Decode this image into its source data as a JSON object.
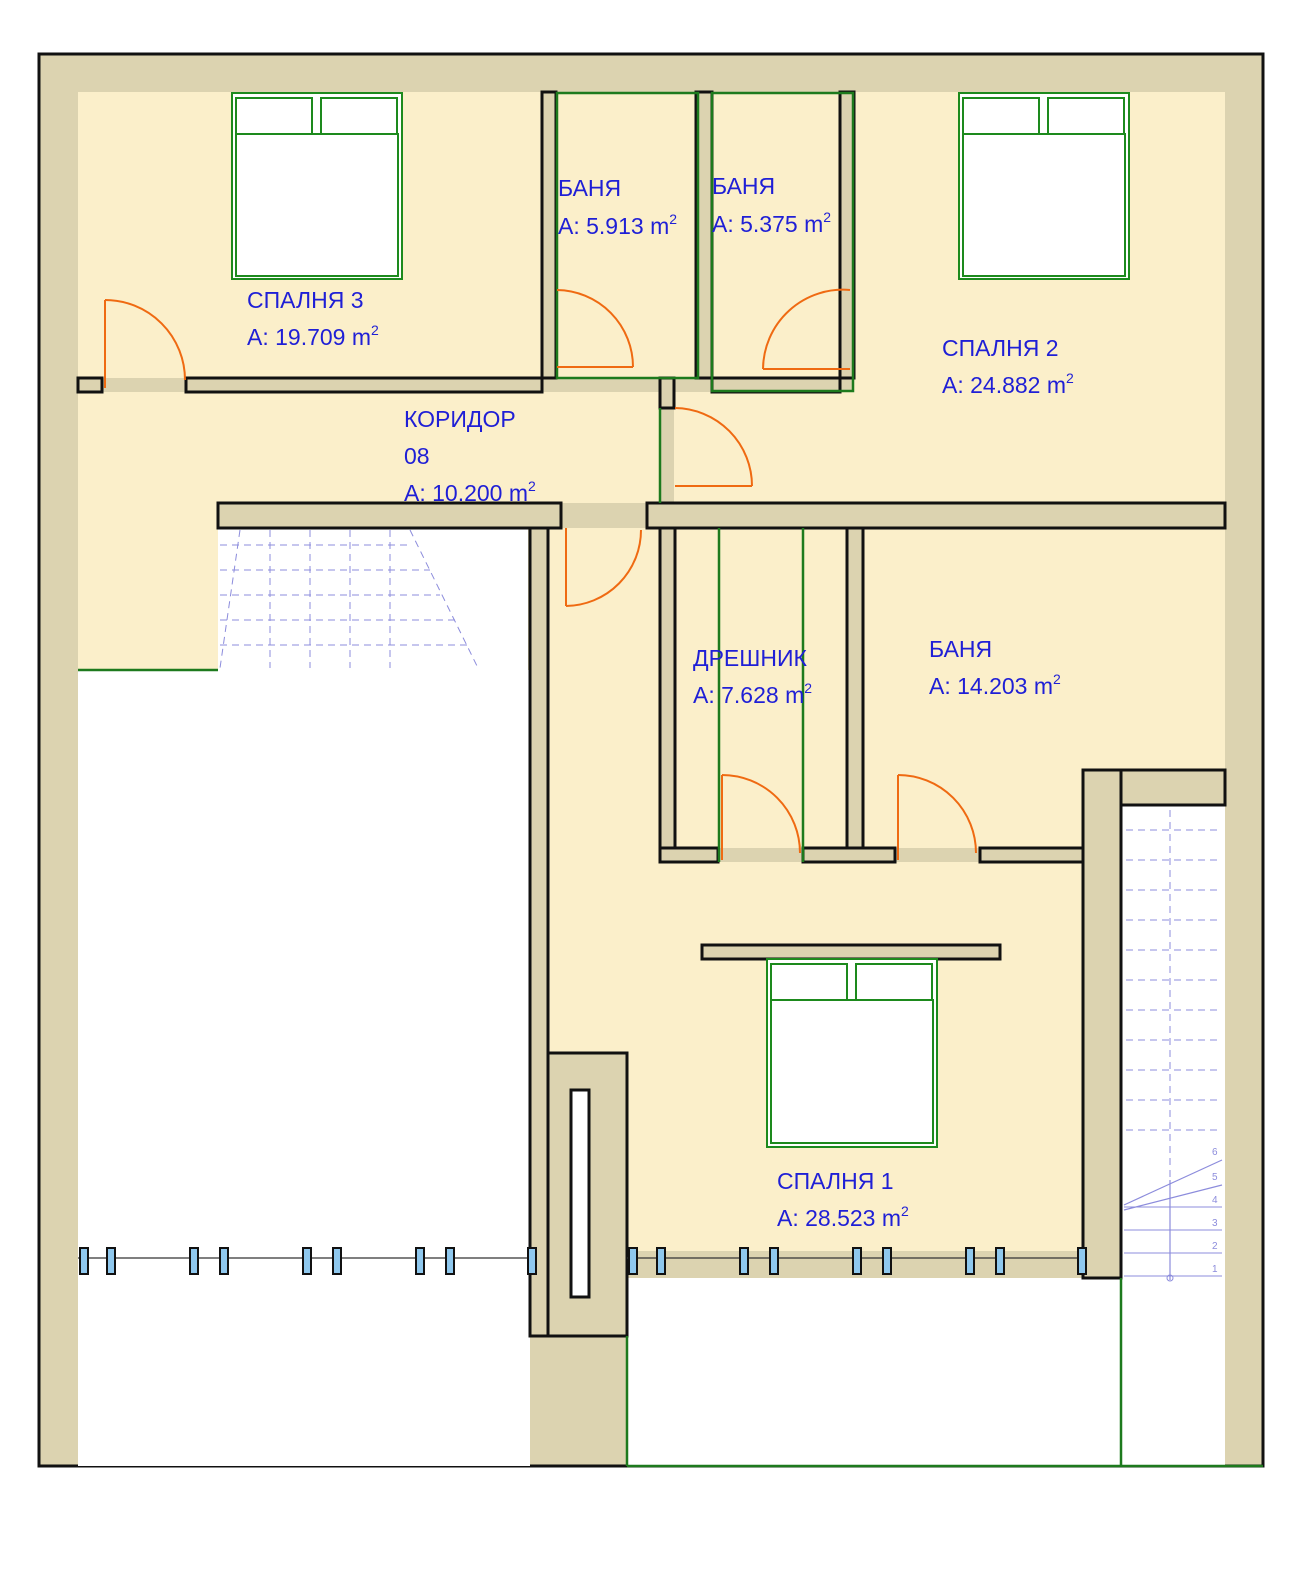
{
  "rooms": [
    {
      "name": "СПАЛНЯ 3",
      "area_prefix": "A: ",
      "area_value": "19.709",
      "unit": "m",
      "unit_sup": "2"
    },
    {
      "name": "БАНЯ",
      "area_prefix": "A: ",
      "area_value": "5.913",
      "unit": "m",
      "unit_sup": "2"
    },
    {
      "name": "БАНЯ",
      "area_prefix": "A: ",
      "area_value": "5.375",
      "unit": "m",
      "unit_sup": "2"
    },
    {
      "name": "СПАЛНЯ 2",
      "area_prefix": "A: ",
      "area_value": "24.882",
      "unit": "m",
      "unit_sup": "2"
    },
    {
      "name": "КОРИДОР",
      "number": "08",
      "area_prefix": "A: ",
      "area_value": "10.200",
      "unit": "m",
      "unit_sup": "2"
    },
    {
      "name": "ДРЕШНИК",
      "area_prefix": "A: ",
      "area_value": "7.628",
      "unit": "m",
      "unit_sup": "2"
    },
    {
      "name": "БАНЯ",
      "area_prefix": "A: ",
      "area_value": "14.203",
      "unit": "m",
      "unit_sup": "2"
    },
    {
      "name": "СПАЛНЯ 1",
      "area_prefix": "A: ",
      "area_value": "28.523",
      "unit": "m",
      "unit_sup": "2"
    }
  ],
  "stair_steps": [
    "1",
    "2",
    "3",
    "4",
    "5",
    "6"
  ],
  "colors": {
    "wall": "#dcd3b0",
    "floor": "#fbefca",
    "label": "#1f1fd6",
    "door": "#ef6a12",
    "furniture_outline": "#1d8a1d",
    "stair": "#8c8cdc"
  }
}
